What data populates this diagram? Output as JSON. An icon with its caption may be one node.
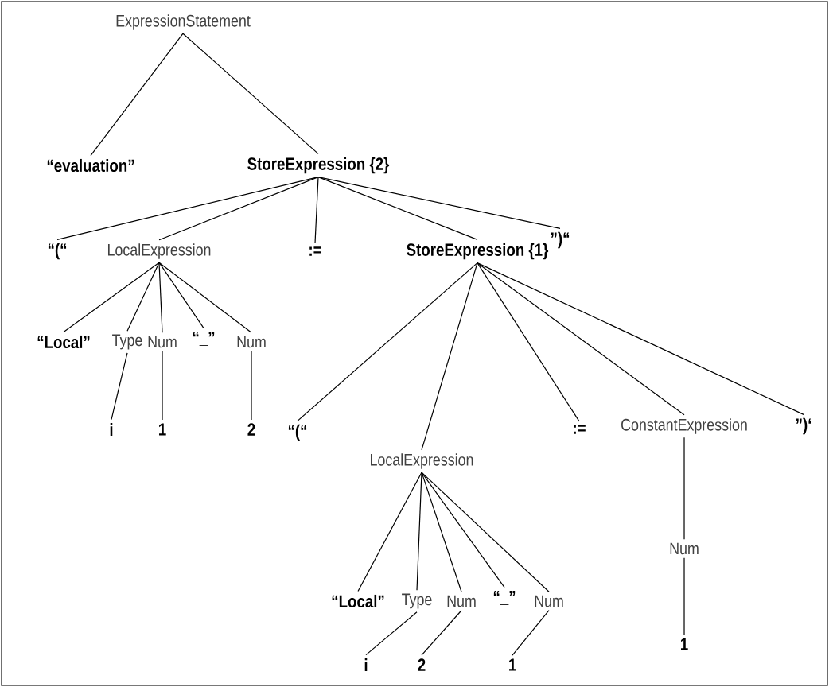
{
  "diagram": {
    "nodes": [
      {
        "text": [
          "ExpressionStatement"
        ]
      },
      {
        "text": [
          "“evaluation”"
        ]
      },
      {
        "text": [
          "StoreExpression {2}"
        ]
      },
      {
        "text": [
          "“(“"
        ]
      },
      {
        "text": [
          "LocalExpression"
        ]
      },
      {
        "text": [
          ":="
        ]
      },
      {
        "text": [
          "StoreExpression {1}"
        ]
      },
      {
        "text": [
          "”)“"
        ]
      },
      {
        "text": [
          "“Local”"
        ]
      },
      {
        "text": [
          "Type"
        ]
      },
      {
        "text": [
          "Num"
        ]
      },
      {
        "text": [
          "“_”"
        ]
      },
      {
        "text": [
          "Num"
        ]
      },
      {
        "text": [
          "i"
        ]
      },
      {
        "text": [
          "1"
        ]
      },
      {
        "text": [
          "2"
        ]
      },
      {
        "text": [
          "“(“"
        ]
      },
      {
        "text": [
          "LocalExpression"
        ]
      },
      {
        "text": [
          ":="
        ]
      },
      {
        "text": [
          "ConstantExpression"
        ]
      },
      {
        "text": [
          "”)‘"
        ]
      },
      {
        "text": [
          "“Local”"
        ]
      },
      {
        "text": [
          "Type"
        ]
      },
      {
        "text": [
          "Num"
        ]
      },
      {
        "text": [
          "“_”"
        ]
      },
      {
        "text": [
          "Num"
        ]
      },
      {
        "text": [
          "Num"
        ]
      },
      {
        "text": [
          "i"
        ]
      },
      {
        "text": [
          "2"
        ]
      },
      {
        "text": [
          "1"
        ]
      },
      {
        "text": [
          "1"
        ]
      }
    ],
    "edges": [
      {
        "from": 0,
        "to": 1,
        "arrow": "none"
      },
      {
        "from": 0,
        "to": 2,
        "arrow": "none"
      },
      {
        "from": 2,
        "to": 3,
        "arrow": "none"
      },
      {
        "from": 2,
        "to": 4,
        "arrow": "none"
      },
      {
        "from": 2,
        "to": 5,
        "arrow": "none"
      },
      {
        "from": 2,
        "to": 6,
        "arrow": "none"
      },
      {
        "from": 2,
        "to": 7,
        "arrow": "none"
      },
      {
        "from": 4,
        "to": 8,
        "arrow": "none"
      },
      {
        "from": 4,
        "to": 9,
        "arrow": "none"
      },
      {
        "from": 4,
        "to": 10,
        "arrow": "none"
      },
      {
        "from": 4,
        "to": 11,
        "arrow": "none"
      },
      {
        "from": 4,
        "to": 12,
        "arrow": "none"
      },
      {
        "from": 9,
        "to": 13,
        "arrow": "none"
      },
      {
        "from": 10,
        "to": 14,
        "arrow": "none"
      },
      {
        "from": 12,
        "to": 15,
        "arrow": "none"
      },
      {
        "from": 6,
        "to": 16,
        "arrow": "none"
      },
      {
        "from": 6,
        "to": 17,
        "arrow": "none"
      },
      {
        "from": 6,
        "to": 18,
        "arrow": "none"
      },
      {
        "from": 6,
        "to": 19,
        "arrow": "none"
      },
      {
        "from": 6,
        "to": 20,
        "arrow": "none"
      },
      {
        "from": 17,
        "to": 21,
        "arrow": "none"
      },
      {
        "from": 17,
        "to": 22,
        "arrow": "none"
      },
      {
        "from": 17,
        "to": 23,
        "arrow": "none"
      },
      {
        "from": 17,
        "to": 24,
        "arrow": "none"
      },
      {
        "from": 17,
        "to": 25,
        "arrow": "none"
      },
      {
        "from": 22,
        "to": 27,
        "arrow": "none"
      },
      {
        "from": 23,
        "to": 28,
        "arrow": "none"
      },
      {
        "from": 25,
        "to": 29,
        "arrow": "none"
      },
      {
        "from": 19,
        "to": 26,
        "arrow": "none"
      },
      {
        "from": 26,
        "to": 30,
        "arrow": "none"
      }
    ]
  }
}
